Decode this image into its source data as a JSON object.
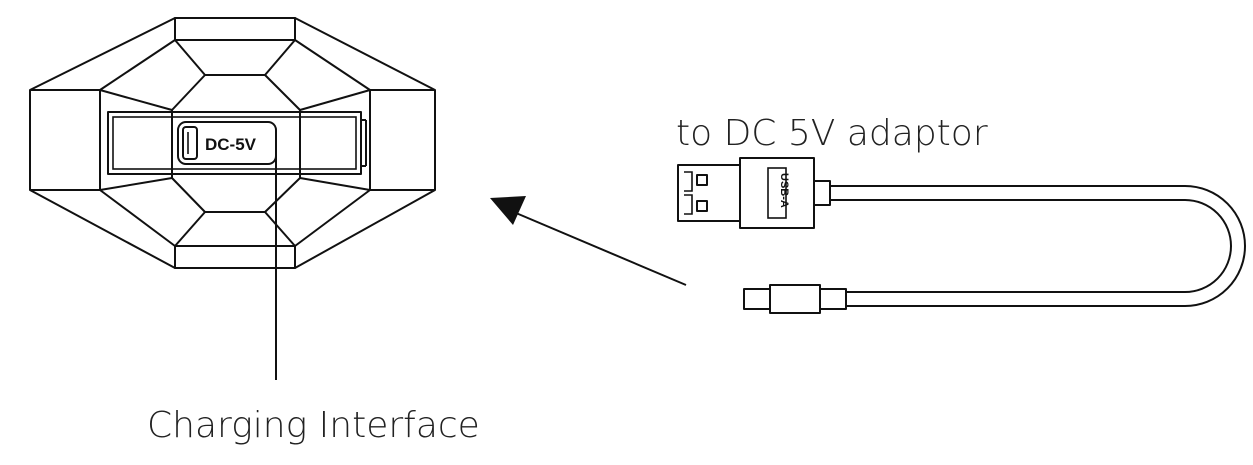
{
  "labels": {
    "adaptor_label": "to DC 5V adaptor",
    "charging_interface_label": "Charging Interface",
    "port_label": "DC-5V",
    "usb_type_label": "USB-A"
  },
  "colors": {
    "line": "#111111",
    "background": "#ffffff"
  },
  "icons": [
    "device-outline",
    "usb-a-plug-icon",
    "micro-plug-icon",
    "arrow-icon"
  ]
}
